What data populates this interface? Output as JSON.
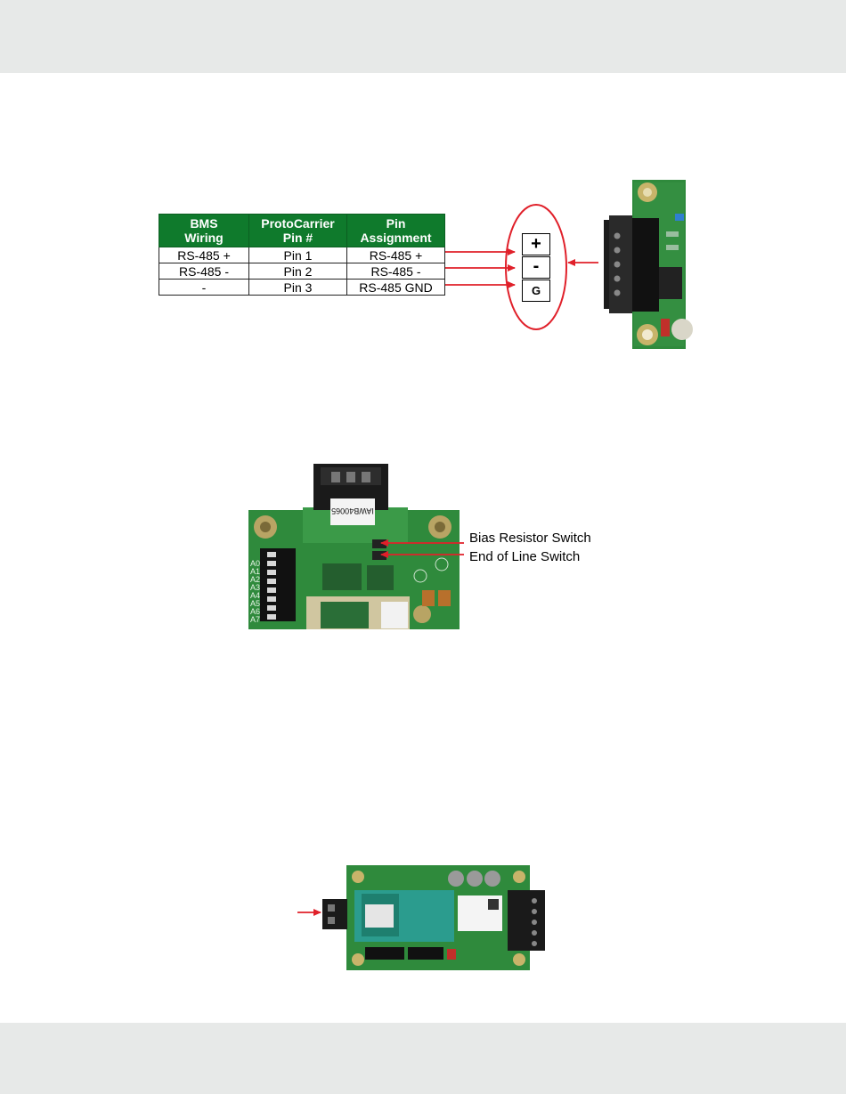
{
  "wiring_table": {
    "headers": [
      "BMS\nWiring",
      "ProtoCarrier\nPin #",
      "Pin\nAssignment"
    ],
    "rows": [
      [
        "RS-485 +",
        "Pin 1",
        "RS-485 +"
      ],
      [
        "RS-485 -",
        "Pin 2",
        "RS-485 -"
      ],
      [
        "-",
        "Pin 3",
        "RS-485 GND"
      ]
    ]
  },
  "terminal_labels": [
    "+",
    "-",
    "G"
  ],
  "board_photo_1": {
    "label_text": "IAWB40065",
    "dip_labels": [
      "A0",
      "A1",
      "A2",
      "A3",
      "A4",
      "A5",
      "A6",
      "A7"
    ]
  },
  "callouts": {
    "bias_resistor": "Bias Resistor Switch",
    "end_of_line": "End of Line Switch"
  },
  "colors": {
    "header_green": "#0f7a2c",
    "arrow_red": "#e0202a",
    "band_gray": "#e7e9e8",
    "pcb_green": "#2f8a3c"
  }
}
